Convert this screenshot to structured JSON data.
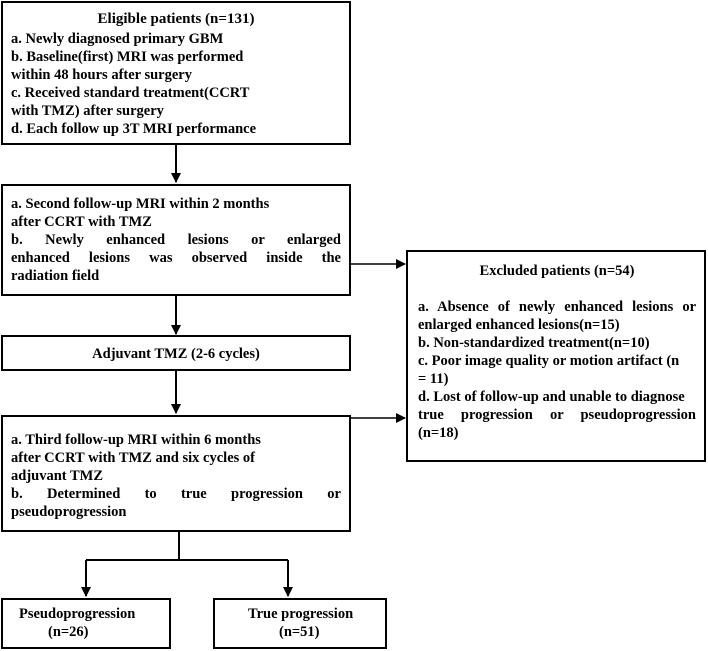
{
  "eligible": {
    "title": "Eligible patients (n=131)",
    "lines": [
      "a. Newly diagnosed primary GBM",
      "b. Baseline(first) MRI was performed",
      "within 48 hours after surgery",
      "c. Received standard treatment(CCRT",
      "with TMZ) after surgery",
      "d. Each follow up 3T MRI performance"
    ]
  },
  "second": {
    "lines": [
      "a. Second follow-up MRI within 2 months",
      "after CCRT with TMZ",
      "b.  Newly enhanced lesions or enlarged",
      "enhanced lesions was observed inside the",
      "radiation field"
    ]
  },
  "adjuvant": {
    "title": "Adjuvant TMZ (2-6 cycles)"
  },
  "third": {
    "lines": [
      "a. Third follow-up MRI within 6 months",
      "after CCRT with TMZ and six cycles of",
      "adjuvant TMZ",
      "b.  Determined to true progression or",
      "pseudoprogression"
    ]
  },
  "excluded": {
    "title": "Excluded patients (n=54)",
    "lines": [
      "a.  Absence of newly enhanced lesions or",
      "enlarged enhanced lesions(n=15)",
      "b. Non-standardized treatment(n=10)",
      "c. Poor image quality or motion artifact (n",
      "= 11)",
      "d. Lost of follow-up and unable to diagnose",
      "true   progression   or   pseudoprogression",
      "(n=18)"
    ]
  },
  "pseudo": {
    "title": "Pseudoprogression",
    "count": "(n=26)"
  },
  "trueprog": {
    "title": "True progression",
    "count": "(n=51)"
  }
}
